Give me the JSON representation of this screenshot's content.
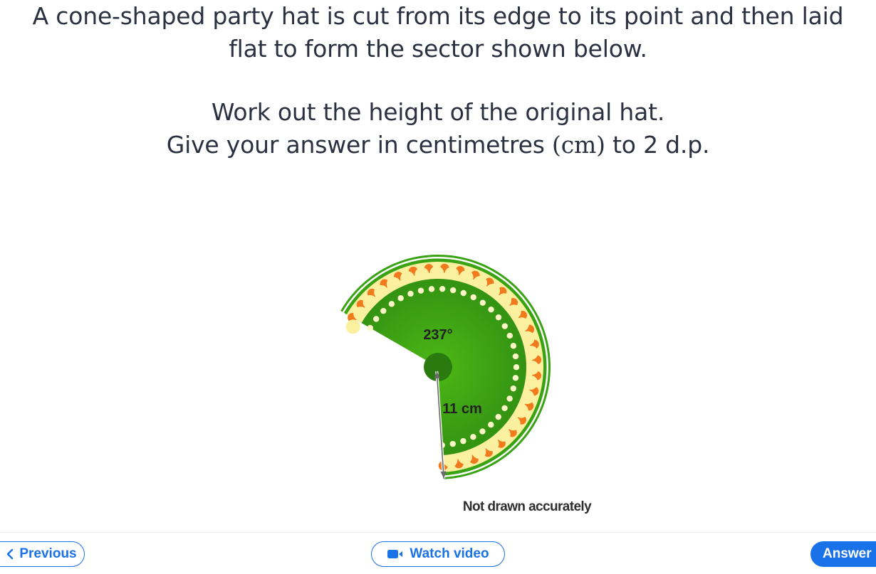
{
  "question": {
    "line1": "A cone-shaped party hat is cut from its edge to its point and then laid",
    "line2": "flat to form the sector shown below.",
    "line3": "Work out the height of the original hat.",
    "line4_before": "Give your answer in centimetres ",
    "line4_unit": "(cm)",
    "line4_after": " to 2 d.p."
  },
  "figure": {
    "angle_label": "237°",
    "radius_label": "11 cm",
    "colors": {
      "sector_dark": "#2e8b12",
      "sector_light": "#4db815",
      "rim_cream": "#fbf0a0",
      "rim_orange": "#f07a1c",
      "dots": "#fdf7c8"
    }
  },
  "caption": "Not drawn accurately",
  "nav": {
    "previous_label": "Previous",
    "video_label": "Watch video",
    "answer_label": "Answer",
    "accent": "#1a72e8"
  }
}
